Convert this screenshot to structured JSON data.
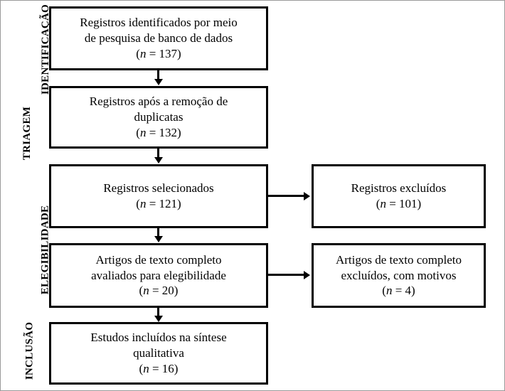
{
  "diagram": {
    "type": "prisma-flow-diagram",
    "language": "pt-BR",
    "colors": {
      "box_border": "#000000",
      "background": "#ffffff",
      "text": "#000000",
      "frame_border": "#9a9a9a"
    },
    "stages": [
      {
        "id": "identificacao",
        "label": "IDENTIFICAÇÃO"
      },
      {
        "id": "triagem",
        "label": "TRIAGEM"
      },
      {
        "id": "elegibilidade",
        "label": "ELEGIBILIDADE"
      },
      {
        "id": "inclusao",
        "label": "INCLUSÃO"
      }
    ],
    "boxes": {
      "b1": {
        "text": "Registros identificados por meio\nde pesquisa de banco de dados",
        "count_prefix": "(",
        "count_n": "n",
        "count_eq": " = ",
        "count_value": "137",
        "count_suffix": ")"
      },
      "b2": {
        "text": "Registros após a remoção de\nduplicatas",
        "count_prefix": "(",
        "count_n": "n",
        "count_eq": " = ",
        "count_value": "132",
        "count_suffix": ")"
      },
      "b3": {
        "text": "Registros selecionados",
        "count_prefix": "(",
        "count_n": "n",
        "count_eq": " = ",
        "count_value": "121",
        "count_suffix": ")"
      },
      "b4": {
        "text": "Artigos de texto completo\navaliados para elegibilidade",
        "count_prefix": "(",
        "count_n": "n",
        "count_eq": " = ",
        "count_value": "20",
        "count_suffix": ")"
      },
      "b5": {
        "text": "Estudos incluídos na síntese\nqualitativa",
        "count_prefix": "(",
        "count_n": "n",
        "count_eq": " = ",
        "count_value": "16",
        "count_suffix": ")"
      },
      "e1": {
        "text": "Registros excluídos",
        "count_prefix": "(",
        "count_n": "n",
        "count_eq": " = ",
        "count_value": "101",
        "count_suffix": ")"
      },
      "e2": {
        "text": "Artigos de texto completo\nexcluídos, com motivos",
        "count_prefix": "(",
        "count_n": "n",
        "count_eq": " = ",
        "count_value": "4",
        "count_suffix": ")"
      }
    }
  }
}
